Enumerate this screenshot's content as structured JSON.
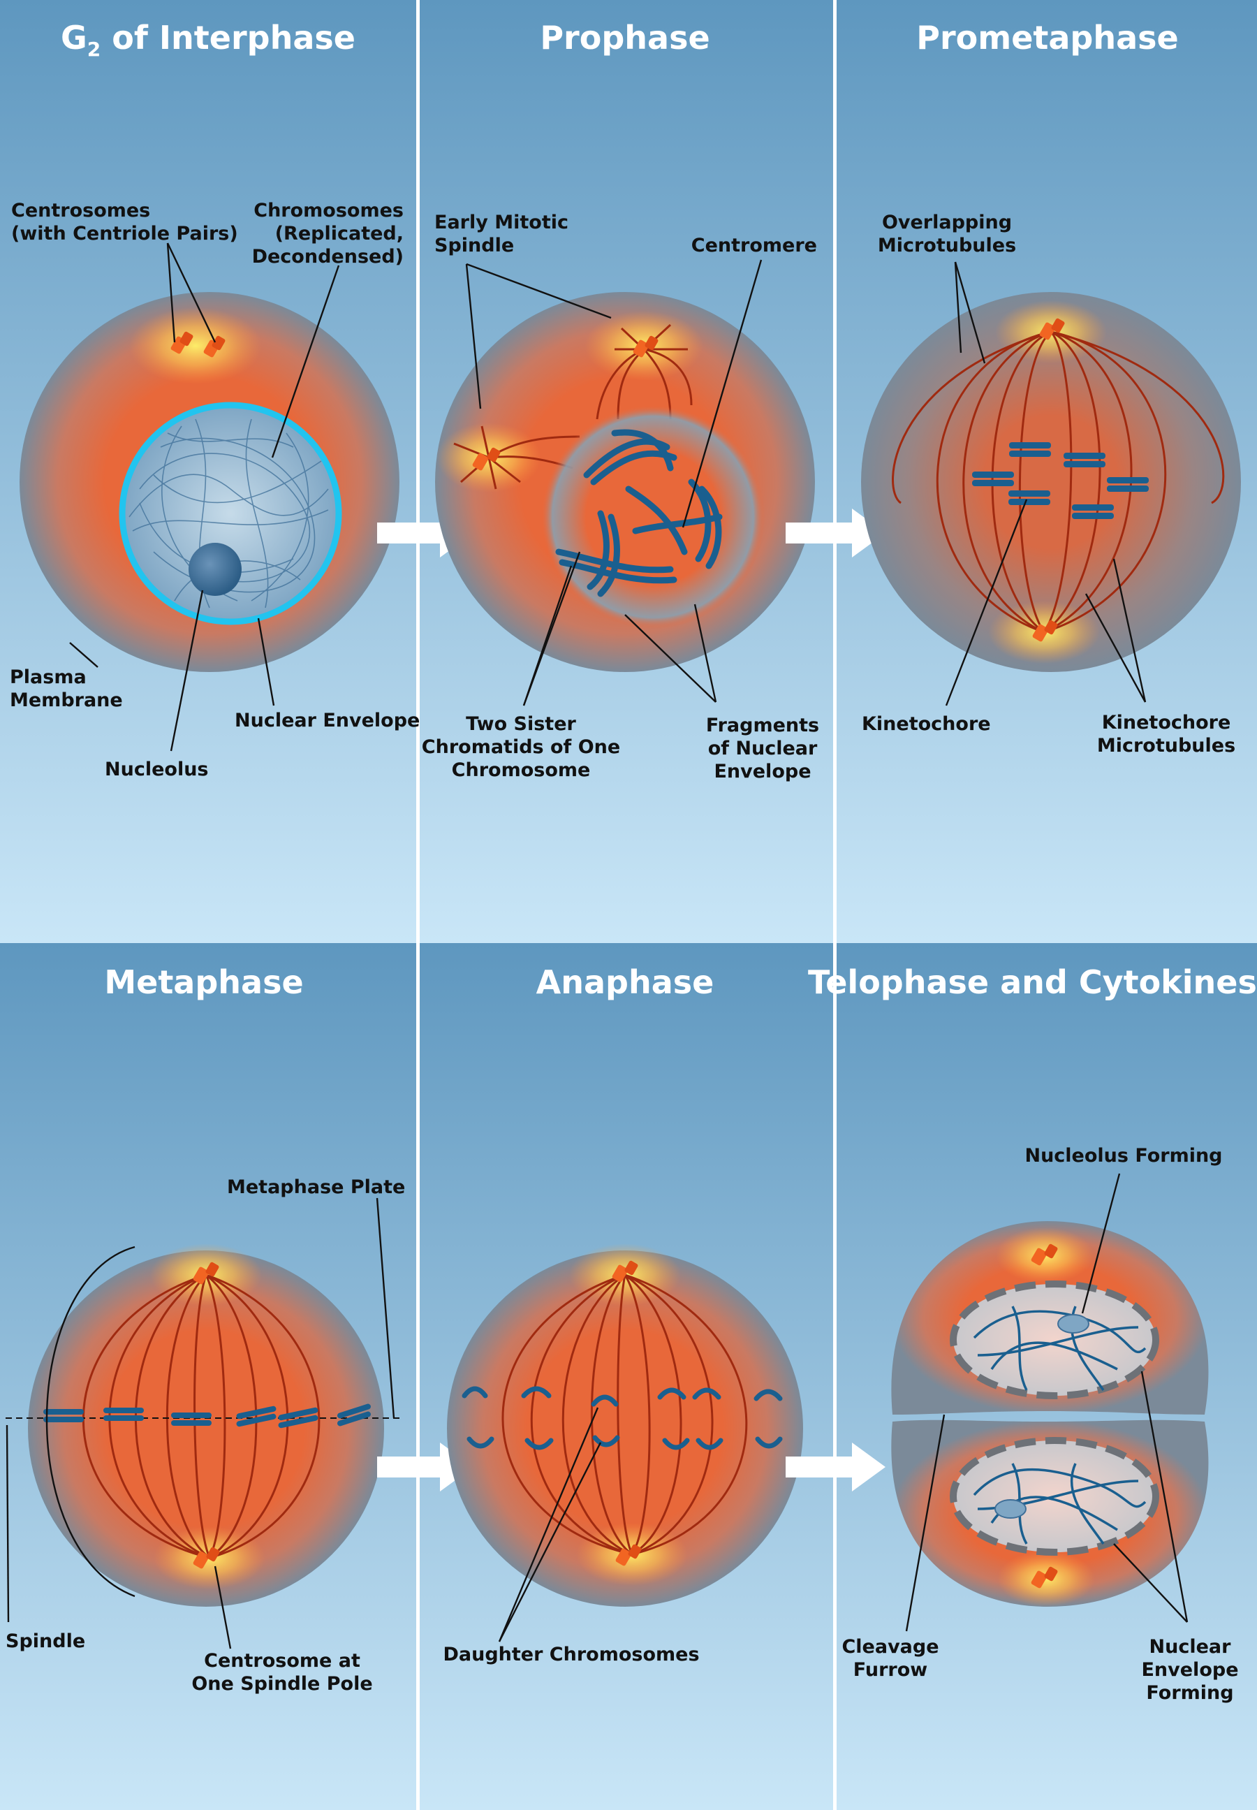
{
  "titles": {
    "g2_prefix": "G",
    "g2_subscript": "2",
    "g2_suffix": " of Interphase",
    "prophase": "Prophase",
    "prometaphase": "Prometaphase",
    "metaphase": "Metaphase",
    "anaphase": "Anaphase",
    "telophase": "Telophase and Cytokinesis"
  },
  "labels": {
    "g2": {
      "centrosomes_l1": "Centrosomes",
      "centrosomes_l2": "(with Centriole Pairs)",
      "chromosomes_l1": "Chromosomes",
      "chromosomes_l2": "(Replicated,",
      "chromosomes_l3": "Decondensed)",
      "plasma_l1": "Plasma",
      "plasma_l2": "Membrane",
      "nuclear_envelope": "Nuclear Envelope",
      "nucleolus": "Nucleolus"
    },
    "prophase": {
      "spindle_l1": "Early Mitotic",
      "spindle_l2": "Spindle",
      "centromere": "Centromere",
      "sister_l1": "Two Sister",
      "sister_l2": "Chromatids of One",
      "sister_l3": "Chromosome",
      "fragments_l1": "Fragments",
      "fragments_l2": "of  Nuclear",
      "fragments_l3": "Envelope"
    },
    "prometaphase": {
      "overlap_l1": "Overlapping",
      "overlap_l2": "Microtubules",
      "kinetochore": "Kinetochore",
      "kmt_l1": "Kinetochore",
      "kmt_l2": "Microtubules"
    },
    "metaphase": {
      "plate": "Metaphase Plate",
      "spindle": "Spindle",
      "centrosome_l1": "Centrosome at",
      "centrosome_l2": "One Spindle Pole"
    },
    "anaphase": {
      "daughter": "Daughter Chromosomes"
    },
    "telophase": {
      "nucleolus_forming": "Nucleolus Forming",
      "cleavage_l1": "Cleavage",
      "cleavage_l2": "Furrow",
      "envelope_l1": "Nuclear",
      "envelope_l2": "Envelope",
      "envelope_l3": "Forming"
    }
  },
  "colors": {
    "background_top": "#5e97bf",
    "background_bottom": "#c9e6f7",
    "cytoplasm": "#e8683a",
    "cell_membrane": "#7b8a99",
    "nucleus": "#8fb2cc",
    "nuclear_envelope_rim": "#22c4ef",
    "chromosome": "#1a5f8f",
    "centriole": "#f26522",
    "centrosome_glow": "#fff36a",
    "microtubule": "#a02a10",
    "arrow": "#ffffff"
  }
}
